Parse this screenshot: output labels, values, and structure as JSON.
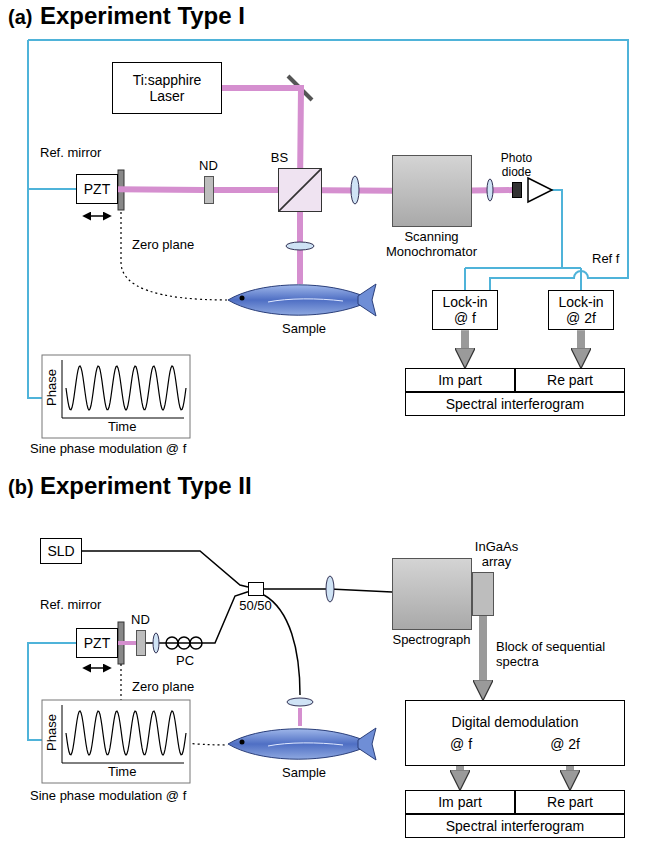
{
  "diagram": {
    "nodes": [
      {
        "text": [
          "Ti:sapphire Laser"
        ]
      },
      {
        "text": [
          "PZT"
        ]
      },
      {
        "text": [
          "ND"
        ]
      },
      {
        "text": [
          "BS"
        ]
      },
      {
        "text": [
          "Scanning Monochromator"
        ]
      },
      {
        "text": [
          "Photo diode"
        ]
      },
      {
        "text": [
          "Lock-in @ f"
        ]
      },
      {
        "text": [
          "Lock-in @ 2f"
        ]
      },
      {
        "text": [
          "Im part"
        ]
      },
      {
        "text": [
          "Re part"
        ]
      },
      {
        "text": [
          "Spectral interferogram"
        ]
      },
      {
        "text": [
          "SLD"
        ]
      },
      {
        "text": [
          "PZT"
        ]
      },
      {
        "text": [
          "ND"
        ]
      },
      {
        "text": [
          "50/50"
        ]
      },
      {
        "text": [
          "Spectrograph"
        ]
      },
      {
        "text": [
          "InGaAs array"
        ]
      },
      {
        "text": [
          "Digital demodulation",
          "@ f",
          "@ 2f"
        ]
      },
      {
        "text": [
          "Im part"
        ]
      },
      {
        "text": [
          "Re part"
        ]
      },
      {
        "text": [
          "Spectral interferogram"
        ]
      }
    ],
    "edges": [
      {
        "from": 0,
        "to": 3,
        "arrow": "none"
      },
      {
        "from": 1,
        "to": 2,
        "arrow": "none"
      },
      {
        "from": 2,
        "to": 3,
        "arrow": "none"
      },
      {
        "from": 3,
        "to": 4,
        "arrow": "none"
      },
      {
        "from": 4,
        "to": 5,
        "arrow": "none"
      },
      {
        "from": 6,
        "to": 8,
        "arrow": "to"
      },
      {
        "from": 7,
        "to": 9,
        "arrow": "to"
      },
      {
        "from": 11,
        "to": 14,
        "arrow": "none"
      },
      {
        "from": 14,
        "to": 13,
        "arrow": "none"
      },
      {
        "from": 13,
        "to": 12,
        "arrow": "none"
      },
      {
        "from": 14,
        "to": 15,
        "arrow": "none"
      },
      {
        "from": 16,
        "to": 17,
        "arrow": "to"
      },
      {
        "from": 17,
        "to": 18,
        "arrow": "to"
      },
      {
        "from": 17,
        "to": 19,
        "arrow": "to"
      }
    ],
    "labels": [
      "(a)",
      "Experiment Type I",
      "Ref. mirror",
      "Zero plane",
      "Sample",
      "Phase",
      "Time",
      "Sine phase modulation @ f",
      "Ref f",
      "(b)",
      "Experiment Type II",
      "Ref. mirror",
      "PC",
      "Zero plane",
      "Sample",
      "Phase",
      "Time",
      "Sine phase modulation @ f",
      "Block of sequential spectra"
    ]
  }
}
